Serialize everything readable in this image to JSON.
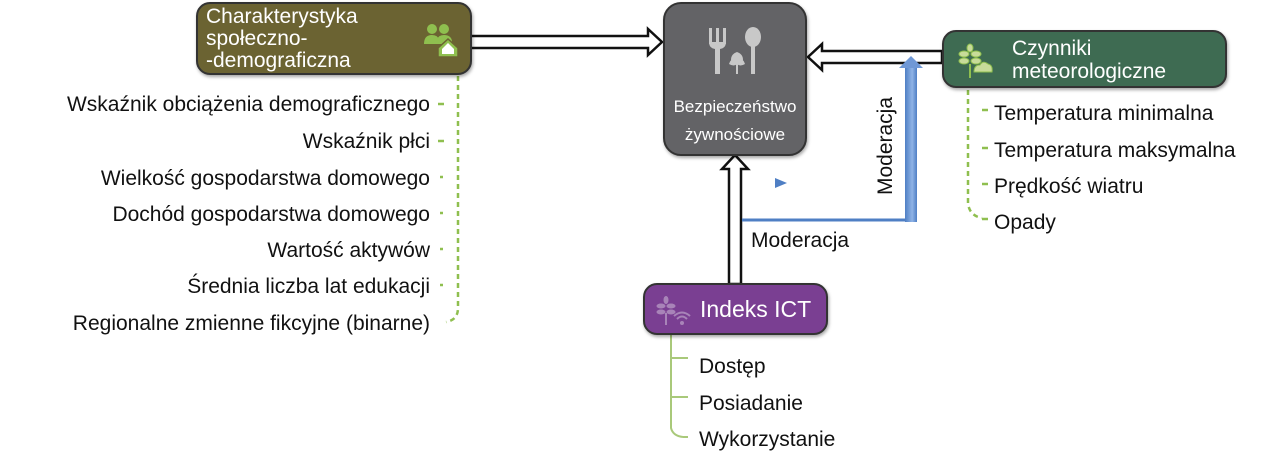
{
  "nodes": {
    "socio": {
      "title_lines": [
        "Charakterystyka",
        "społeczno-",
        "-demograficzna"
      ],
      "icon": "people-home-icon",
      "color": "#6b6332"
    },
    "food": {
      "title_lines": [
        "Bezpieczeństwo",
        "żywnościowe"
      ],
      "icon": "fork-spoon-plant-icon",
      "color": "#636366"
    },
    "meteo": {
      "title_lines": [
        "Czynniki",
        "meteorologiczne"
      ],
      "icon": "wheat-cloud-icon",
      "color": "#3e6b52"
    },
    "ict": {
      "title_lines": [
        "Indeks ICT"
      ],
      "icon": "wheat-wifi-icon",
      "color": "#7a3f92"
    }
  },
  "socio_items": [
    "Wskaźnik obciążenia demograficznego",
    "Wskaźnik płci",
    "Wielkość gospodarstwa domowego",
    "Dochód gospodarstwa domowego",
    "Wartość aktywów",
    "Średnia liczba lat edukacji",
    "Regionalne zmienne fikcyjne (binarne)"
  ],
  "meteo_items": [
    "Temperatura minimalna",
    "Temperatura maksymalna",
    "Prędkość wiatru",
    "Opady"
  ],
  "ict_items": [
    "Dostęp",
    "Posiadanie",
    "Wykorzystanie"
  ],
  "edges": {
    "moderation_horizontal_label": "Moderacja",
    "moderation_vertical_label": "Moderacja"
  },
  "colors": {
    "tree_line": "#8fbf4f",
    "moderation_arrow": "#4f7fc4"
  }
}
